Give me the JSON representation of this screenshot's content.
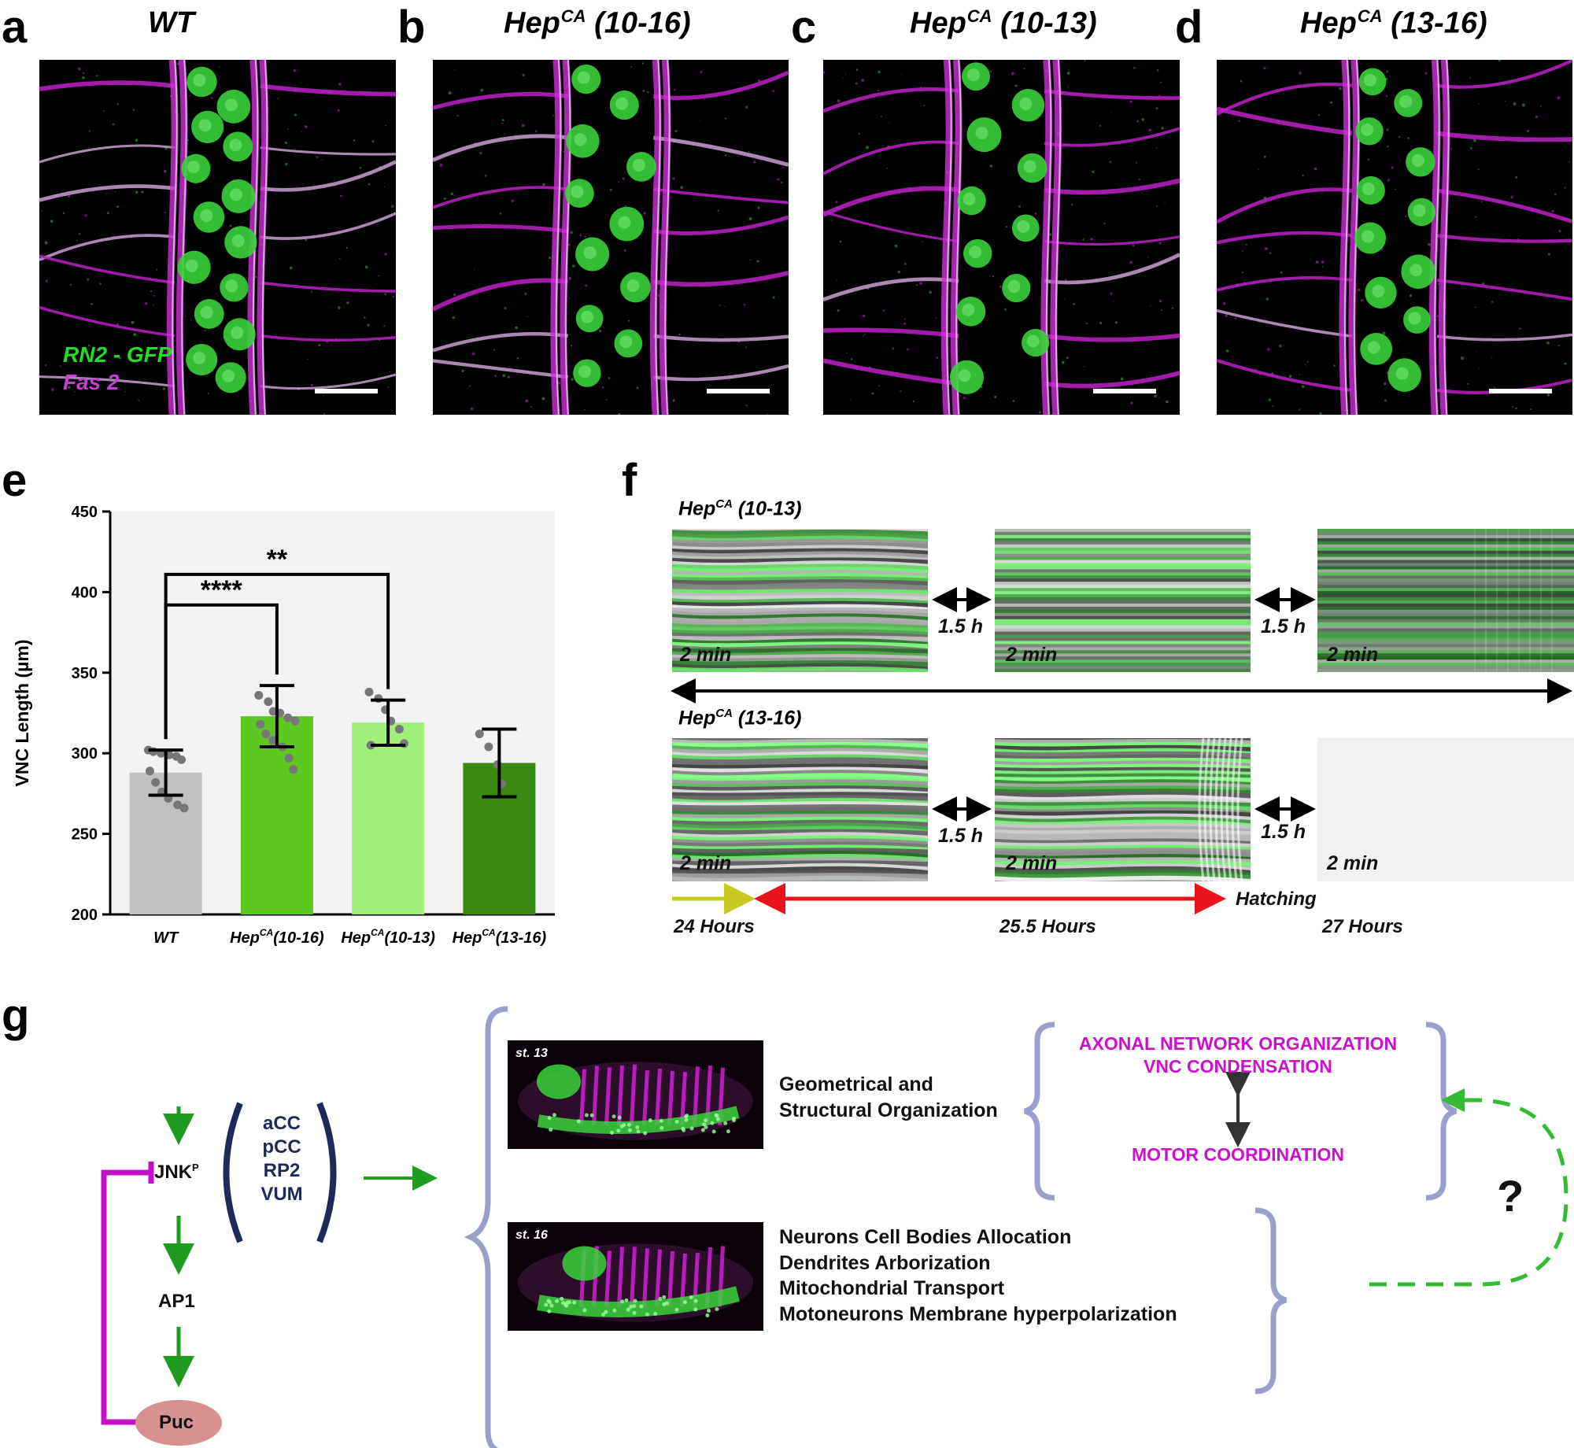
{
  "panels": {
    "a": {
      "letter": "a",
      "title": "WT",
      "sup": ""
    },
    "b": {
      "letter": "b",
      "title_pre": "Hep",
      "sup": "CA",
      "title_post": " (10-16)"
    },
    "c": {
      "letter": "c",
      "title_pre": "Hep",
      "sup": "CA",
      "title_post": " (10-13)"
    },
    "d": {
      "letter": "d",
      "title_pre": "Hep",
      "sup": "CA",
      "title_post": " (13-16)"
    },
    "e": {
      "letter": "e"
    },
    "f": {
      "letter": "f"
    },
    "g": {
      "letter": "g"
    }
  },
  "micro_legend": {
    "line1": "RN2 - GFP",
    "line2": "Fas 2",
    "color1": "#22dd22",
    "color2": "#c040d0"
  },
  "chart_data": {
    "type": "bar",
    "ylabel": "VNC Length (µm)",
    "ylim": [
      200,
      450
    ],
    "yticks": [
      200,
      250,
      300,
      350,
      400,
      450
    ],
    "categories": [
      {
        "pre": "WT",
        "sup": "",
        "post": ""
      },
      {
        "pre": "Hep",
        "sup": "CA",
        "post": "(10-16)"
      },
      {
        "pre": "Hep",
        "sup": "CA",
        "post": "(10-13)"
      },
      {
        "pre": "Hep",
        "sup": "CA",
        "post": "(13-16)"
      }
    ],
    "values": [
      288,
      323,
      319,
      294
    ],
    "sd": [
      14,
      19,
      14,
      21
    ],
    "colors": [
      "#c0c0c0",
      "#5ec822",
      "#9ef07a",
      "#3a8a12"
    ],
    "points": [
      [
        302,
        301,
        300,
        299,
        298,
        296,
        289,
        282,
        276,
        272,
        268,
        266
      ],
      [
        336,
        332,
        326,
        325,
        322,
        320,
        318,
        312,
        308,
        304,
        297,
        290
      ],
      [
        338,
        334,
        327,
        320,
        315,
        306,
        305
      ],
      [
        312,
        304,
        293,
        281
      ]
    ],
    "significance": [
      {
        "from": 0,
        "to": 1,
        "label": "****"
      },
      {
        "from": 0,
        "to": 2,
        "label": "**"
      }
    ]
  },
  "kymographs": {
    "row1_label": {
      "pre": "Hep",
      "sup": "CA",
      "post": " (10-13)"
    },
    "row2_label": {
      "pre": "Hep",
      "sup": "CA",
      "post": " (13-16)"
    },
    "duration": "2 min",
    "interval": "1.5 h",
    "timeline": [
      "24  Hours",
      "25.5  Hours",
      "27  Hours"
    ],
    "hatching": "Hatching",
    "colors": {
      "yellow": "#c8c820",
      "red": "#e8141a"
    }
  },
  "model": {
    "jnk": "JNK",
    "jnk_sup": "P",
    "ap1": "AP1",
    "puc": "Puc",
    "neurons": [
      "aCC",
      "pCC",
      "RP2",
      "VUM"
    ],
    "stage13": "st. 13",
    "stage16": "st. 16",
    "text1": [
      "Geometrical and",
      "Structural Organization"
    ],
    "text2": [
      "Neurons Cell Bodies Allocation",
      "Dendrites Arborization",
      "Mitochondrial Transport",
      "Motoneurons Membrane hyperpolarization"
    ],
    "magenta1": "AXONAL NETWORK ORGANIZATION",
    "magenta2": "VNC CONDENSATION",
    "magenta3": "MOTOR COORDINATION",
    "question": "?",
    "colors": {
      "green": "#1f9b1f",
      "magenta": "#c410c8",
      "puc": "#d89090",
      "brace": "#9aa0cc",
      "dash": "#33bb33"
    }
  }
}
